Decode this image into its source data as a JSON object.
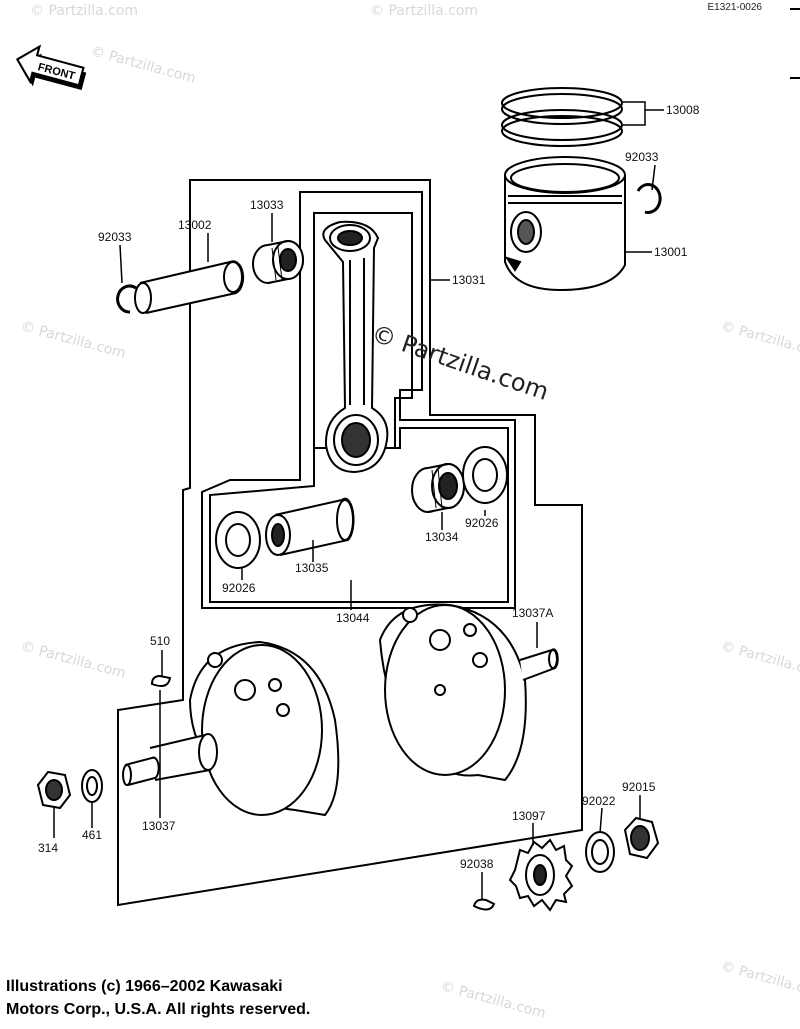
{
  "diagram_code": "E1321-0026",
  "front_label": "FRONT",
  "watermark_center": "© Partzilla.com",
  "watermark_small": "© Partzilla.com",
  "credit_line1": "Illustrations (c) 1966–2002 Kawasaki",
  "credit_line2": "Motors Corp., U.S.A.  All rights reserved.",
  "parts": {
    "p13008": "13008",
    "p92033_right": "92033",
    "p13001": "13001",
    "p13033": "13033",
    "p13002": "13002",
    "p92033_left": "92033",
    "p13031": "13031",
    "p92026_right": "92026",
    "p13034": "13034",
    "p13035": "13035",
    "p92026_left": "92026",
    "p13044": "13044",
    "p13037A": "13037A",
    "p510": "510",
    "p13037": "13037",
    "p314": "314",
    "p461": "461",
    "p13097": "13097",
    "p92022": "92022",
    "p92015": "92015",
    "p92038": "92038"
  }
}
